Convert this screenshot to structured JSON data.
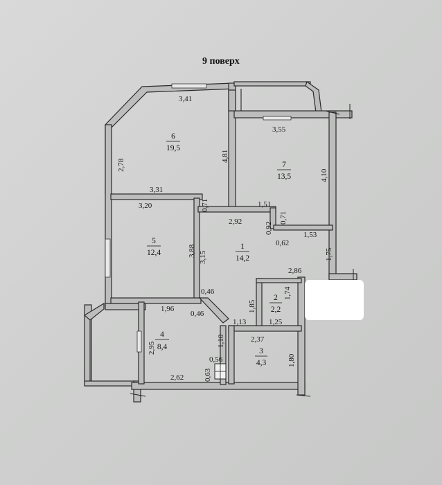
{
  "title": "9 поверх",
  "rooms": [
    {
      "id": "1",
      "area": "14,2"
    },
    {
      "id": "2",
      "area": "2,2"
    },
    {
      "id": "3",
      "area": "4,3"
    },
    {
      "id": "4",
      "area": "8,4"
    },
    {
      "id": "5",
      "area": "12,4"
    },
    {
      "id": "6",
      "area": "19,5"
    },
    {
      "id": "7",
      "area": "13,5"
    }
  ],
  "dimensions": {
    "d341": "3,41",
    "d278": "2,78",
    "d481": "4,81",
    "d331": "3,31",
    "d355": "3,55",
    "d410": "4,10",
    "d320": "3,20",
    "d071a": "0,71",
    "d151": "1,51",
    "d292": "2,92",
    "d092": "0,92",
    "d071b": "0,71",
    "d062": "0,62",
    "d153": "1,53",
    "d388": "3,88",
    "d315": "3,15",
    "d175": "1,75",
    "d286": "2,86",
    "d046a": "0,46",
    "d196": "1,96",
    "d046b": "0,46",
    "d185": "1,85",
    "d174": "1,74",
    "d113": "1,13",
    "d125": "1,25",
    "d295": "2,95",
    "d237": "2,37",
    "d110": "1,10",
    "d056": "0,56",
    "d180": "1,80",
    "d262": "2,62",
    "d063": "0,63"
  }
}
